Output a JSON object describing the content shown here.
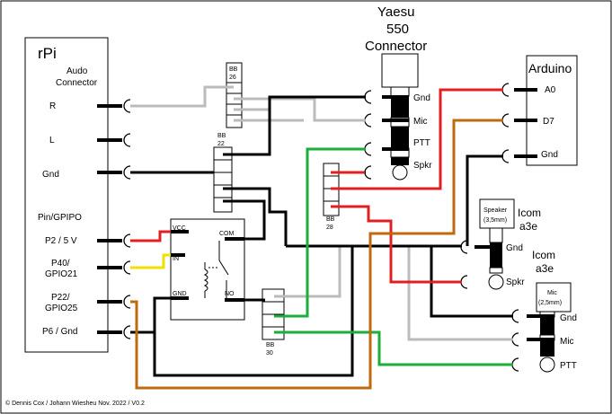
{
  "rpi": {
    "title": "rPi",
    "audio_line1": "Audo",
    "audio_line2": "Connector",
    "pins": [
      "R",
      "L",
      "Gnd"
    ],
    "gpio_header": "Pin/GPIPO",
    "gpio_pins": [
      "P2 / 5 V",
      "P40/",
      "GPIO21",
      "P22/",
      "GPIO25",
      "P6 / Gnd"
    ]
  },
  "yaesu": {
    "line1": "Yaesu",
    "line2": "550",
    "line3": "Connector",
    "pins": [
      "Gnd",
      "Mic",
      "PTT",
      "Spkr"
    ]
  },
  "arduino": {
    "title": "Arduino",
    "pins": [
      "A0",
      "D7",
      "Gnd"
    ]
  },
  "bb": {
    "bb26": [
      "BB",
      "26"
    ],
    "bb22": [
      "BB",
      "22"
    ],
    "bb28": [
      "BB",
      "28"
    ],
    "bb30": [
      "BB",
      "30"
    ]
  },
  "relay": {
    "vcc": "VCC",
    "in": "IN",
    "gnd": "GND",
    "com": "COM",
    "no": "NO"
  },
  "icom_speaker": {
    "line1": "Icom",
    "line2": "a3e",
    "plug_line1": "Speaker",
    "plug_line2": "(3,5mm)",
    "pins": [
      "Gnd",
      "Spkr"
    ]
  },
  "icom_mic": {
    "line1": "Icom",
    "line2": "a3e",
    "plug_line1": "Mic",
    "plug_line2": "(2,5mm)",
    "pins": [
      "Gnd",
      "Mic",
      "PTT"
    ]
  },
  "footer": "© Dennis Cox / Johann Wiesheu  Nov. 2022 / V0.2",
  "colors": {
    "black": "#000000",
    "gray": "#bbbbbb",
    "red": "#e02020",
    "green": "#1aae3a",
    "orange": "#c06a10",
    "yellow": "#f0e000"
  }
}
